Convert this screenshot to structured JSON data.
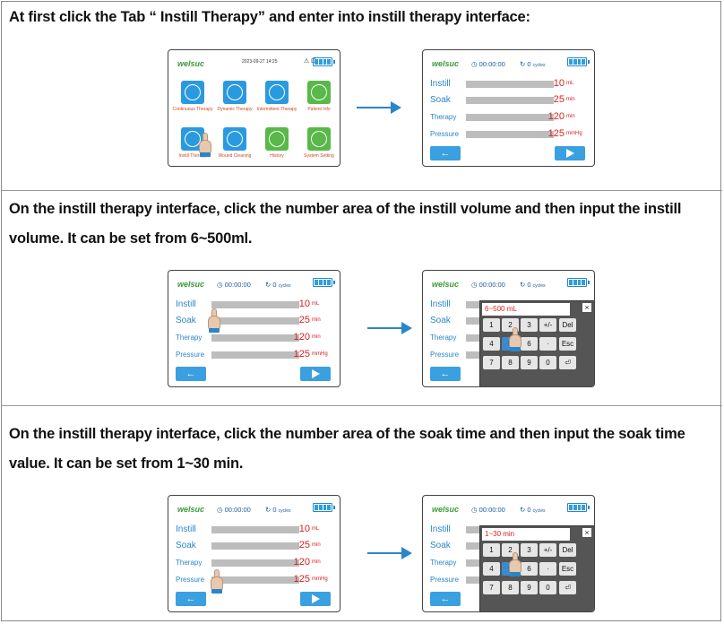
{
  "steps": [
    {
      "text": "At first click the Tab “ Instill Therapy” and enter into instill therapy interface:"
    },
    {
      "text1": "On the instill therapy interface, click the number area of the instill volume and then input the instill",
      "text2": "volume. It can be set from 6~500ml."
    },
    {
      "text1": "On the instill therapy interface, click the number area of the soak time and then input the soak time",
      "text2": "value. It can be set from 1~30 min."
    }
  ],
  "device": {
    "logo": "welsuc",
    "timer": "00:00:00",
    "cycles_value": "0",
    "cycles_label": "cycles",
    "back_label": "←",
    "header_date": "2023-09-27 14:25"
  },
  "home_tiles": [
    {
      "label": "Continuous Therapy",
      "color": "#2a9ae0"
    },
    {
      "label": "Dynamic Therapy",
      "color": "#2a9ae0"
    },
    {
      "label": "Intermittent Therapy",
      "color": "#2a9ae0"
    },
    {
      "label": "Patient Info",
      "color": "#58b848"
    },
    {
      "label": "Instill Therapy",
      "color": "#2a9ae0"
    },
    {
      "label": "Wound Cleaning",
      "color": "#2a9ae0"
    },
    {
      "label": "History",
      "color": "#58b848"
    },
    {
      "label": "System Setting",
      "color": "#58b848"
    }
  ],
  "therapy_rows": [
    {
      "label": "Instill",
      "value": "10",
      "unit": "mL"
    },
    {
      "label": "Soak",
      "value": "25",
      "unit": "min"
    },
    {
      "label": "Therapy",
      "value": "120",
      "unit": "min"
    },
    {
      "label": "Pressure",
      "value": "125",
      "unit": "mmHg"
    }
  ],
  "keypad": {
    "range_volume": "6~500 mL",
    "range_soak": "1~30 min",
    "close": "×",
    "keys": [
      "1",
      "2",
      "3",
      "+/-",
      "Del",
      "4",
      "5",
      "6",
      "·",
      "Esc",
      "7",
      "8",
      "9",
      "0",
      "⏎"
    ]
  },
  "colors": {
    "accent": "#2a86c9",
    "value_red": "#d92020",
    "logo_green": "#3a9a3a",
    "bar_gray": "#bdbdbd"
  }
}
